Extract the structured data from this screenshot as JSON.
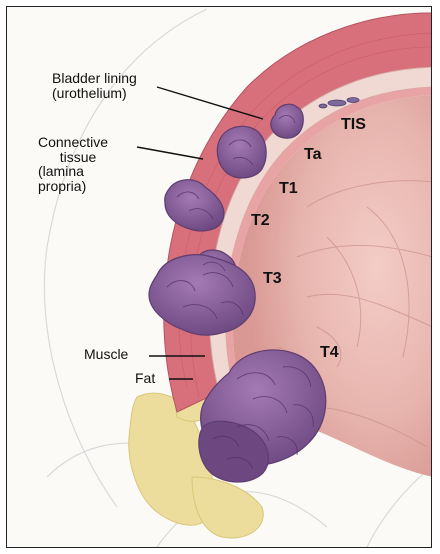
{
  "labels": {
    "bladder_lining_line1": "Bladder lining",
    "bladder_lining_line2": "(urothelium)",
    "connective_line1": "Connective",
    "connective_line2": "tissue",
    "connective_line3": "(lamina",
    "connective_line4": "propria)",
    "muscle": "Muscle",
    "fat": "Fat"
  },
  "stages": {
    "tis": "TIS",
    "ta": "Ta",
    "t1": "T1",
    "t2": "T2",
    "t3": "T3",
    "t4": "T4"
  },
  "colors": {
    "fat": "#ecdd9c",
    "muscle": "#d8707b",
    "connective": "#f1d9d3",
    "lining": "#e8a3a5",
    "lumen": "#e4b1ac",
    "tumor": "#8d639e",
    "tumor_dark": "#5e3d70"
  }
}
